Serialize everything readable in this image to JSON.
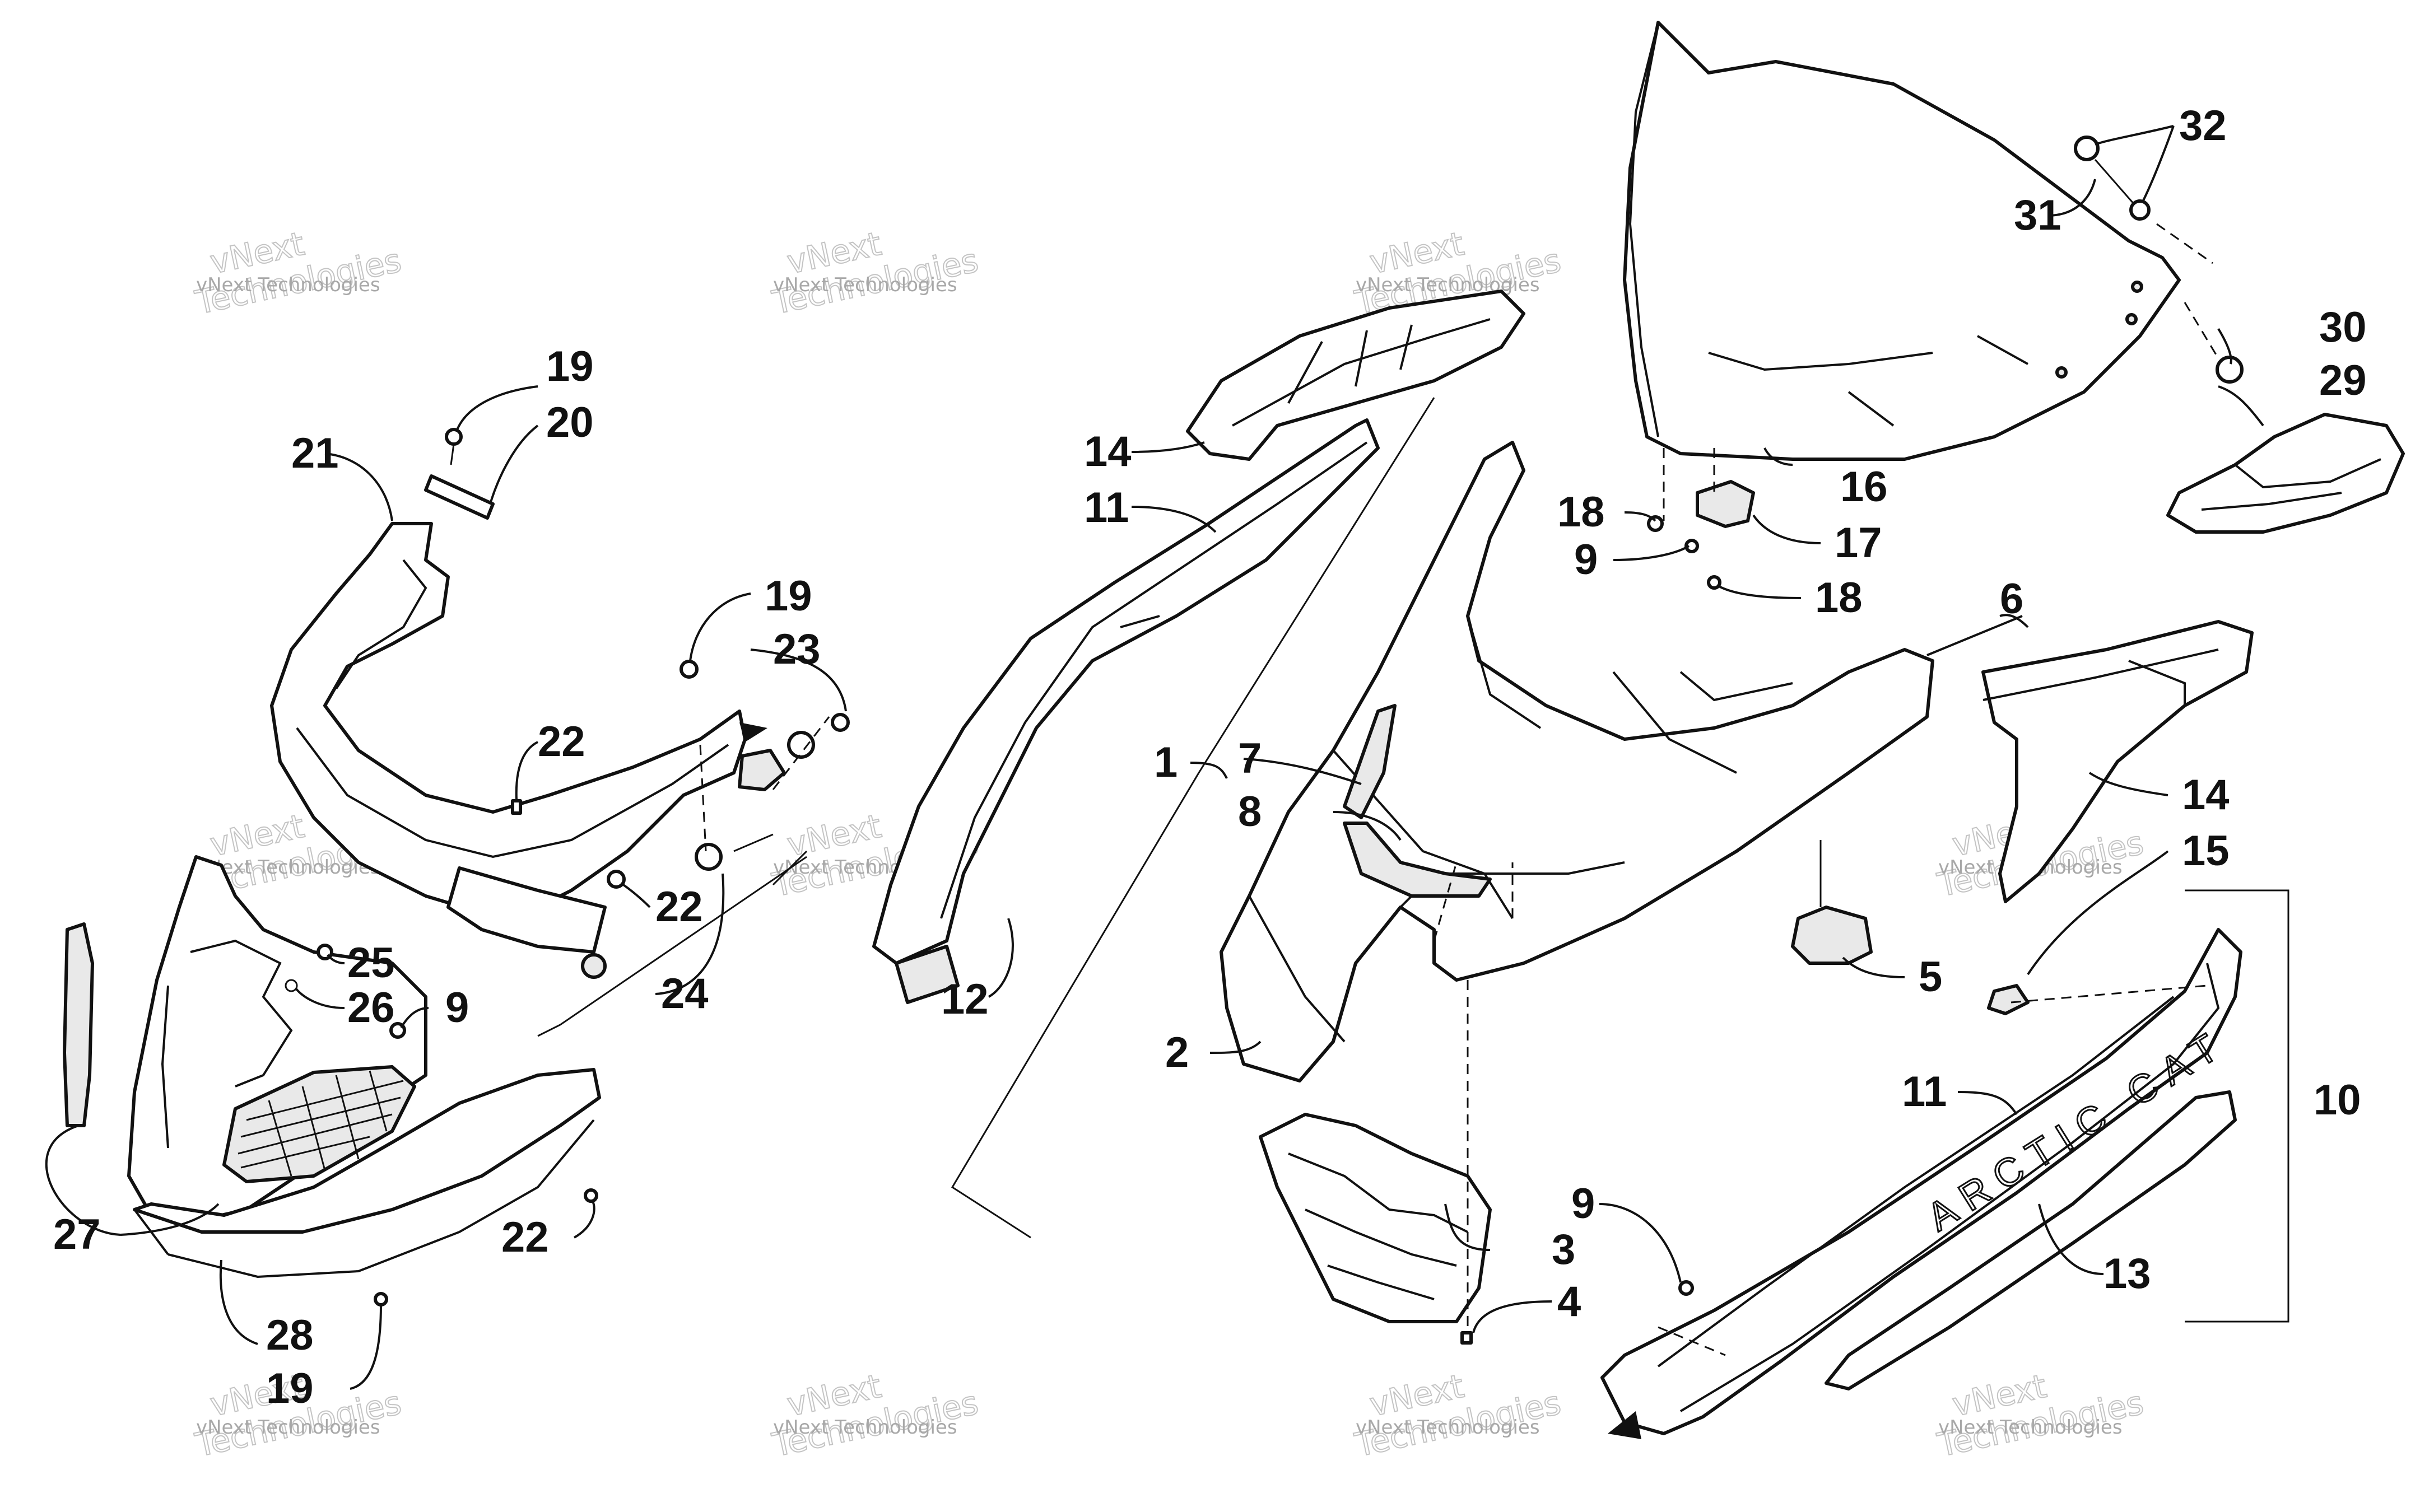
{
  "watermark": {
    "line1": "vNext",
    "line2": "Technologies",
    "small": "vNext Technologies"
  },
  "callouts": [
    {
      "id": "c1",
      "text": "1"
    },
    {
      "id": "c2",
      "text": "2"
    },
    {
      "id": "c3",
      "text": "3"
    },
    {
      "id": "c4",
      "text": "4"
    },
    {
      "id": "c5",
      "text": "5"
    },
    {
      "id": "c6",
      "text": "6"
    },
    {
      "id": "c7",
      "text": "7"
    },
    {
      "id": "c8",
      "text": "8"
    },
    {
      "id": "c9a",
      "text": "9"
    },
    {
      "id": "c9b",
      "text": "9"
    },
    {
      "id": "c9c",
      "text": "9"
    },
    {
      "id": "c10",
      "text": "10"
    },
    {
      "id": "c11a",
      "text": "11"
    },
    {
      "id": "c11b",
      "text": "11"
    },
    {
      "id": "c12",
      "text": "12"
    },
    {
      "id": "c13",
      "text": "13"
    },
    {
      "id": "c14a",
      "text": "14"
    },
    {
      "id": "c14b",
      "text": "14"
    },
    {
      "id": "c15",
      "text": "15"
    },
    {
      "id": "c16",
      "text": "16"
    },
    {
      "id": "c17",
      "text": "17"
    },
    {
      "id": "c18a",
      "text": "18"
    },
    {
      "id": "c18b",
      "text": "18"
    },
    {
      "id": "c19a",
      "text": "19"
    },
    {
      "id": "c19b",
      "text": "19"
    },
    {
      "id": "c19c",
      "text": "19"
    },
    {
      "id": "c20",
      "text": "20"
    },
    {
      "id": "c21",
      "text": "21"
    },
    {
      "id": "c22a",
      "text": "22"
    },
    {
      "id": "c22b",
      "text": "22"
    },
    {
      "id": "c22c",
      "text": "22"
    },
    {
      "id": "c23",
      "text": "23"
    },
    {
      "id": "c24",
      "text": "24"
    },
    {
      "id": "c25",
      "text": "25"
    },
    {
      "id": "c26",
      "text": "26"
    },
    {
      "id": "c27",
      "text": "27"
    },
    {
      "id": "c28",
      "text": "28"
    },
    {
      "id": "c29",
      "text": "29"
    },
    {
      "id": "c30",
      "text": "30"
    },
    {
      "id": "c31",
      "text": "31"
    },
    {
      "id": "c32",
      "text": "32"
    }
  ],
  "decal_text": "ARCTIC CAT"
}
